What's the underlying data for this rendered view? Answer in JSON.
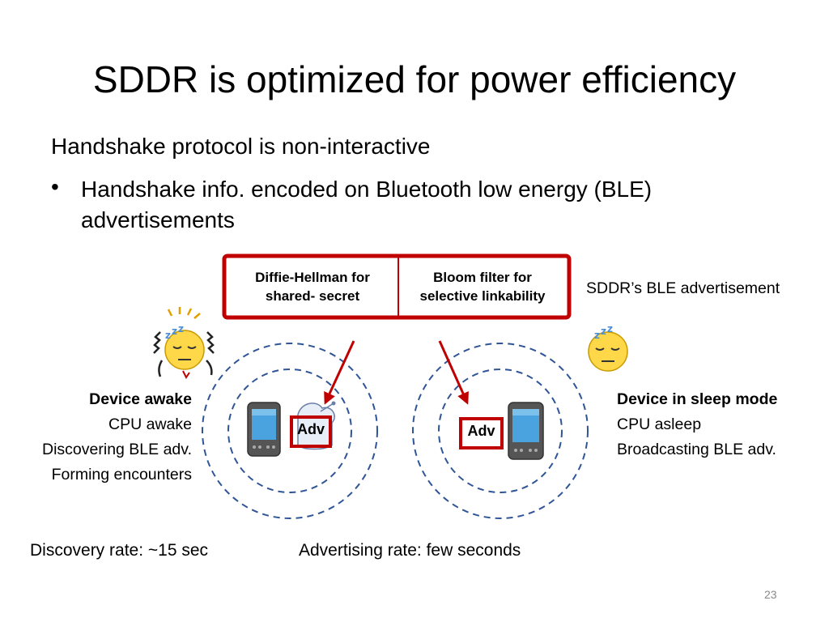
{
  "slide": {
    "title": "SDDR is optimized for power efficiency",
    "subheading": "Handshake protocol is non-interactive",
    "bullet_mark": "•",
    "bullet_text": "Handshake info. encoded on Bluetooth low energy (BLE) advertisements",
    "page_number": "23"
  },
  "advert_box": {
    "left_line1": "Diffie-Hellman  for",
    "left_line2": "shared- secret",
    "right_line1": "Bloom filter for",
    "right_line2": "selective linkability",
    "caption": "SDDR’s BLE advertisement",
    "border_color": "#c00000"
  },
  "left_device": {
    "heading": "Device awake",
    "line1": "CPU awake",
    "line2": "Discovering BLE adv.",
    "line3": "Forming encounters",
    "adv_label": "Adv",
    "rate": "Discovery rate: ~15 sec",
    "icon": "awake-emoji-icon"
  },
  "right_device": {
    "heading": "Device in sleep mode",
    "line1": "CPU asleep",
    "line2": "Broadcasting BLE adv.",
    "adv_label": "Adv",
    "rate": "Advertising rate: few seconds",
    "icon": "sleeping-emoji-icon"
  },
  "colors": {
    "accent_red": "#c00000",
    "range_circle": "#2f5597"
  }
}
